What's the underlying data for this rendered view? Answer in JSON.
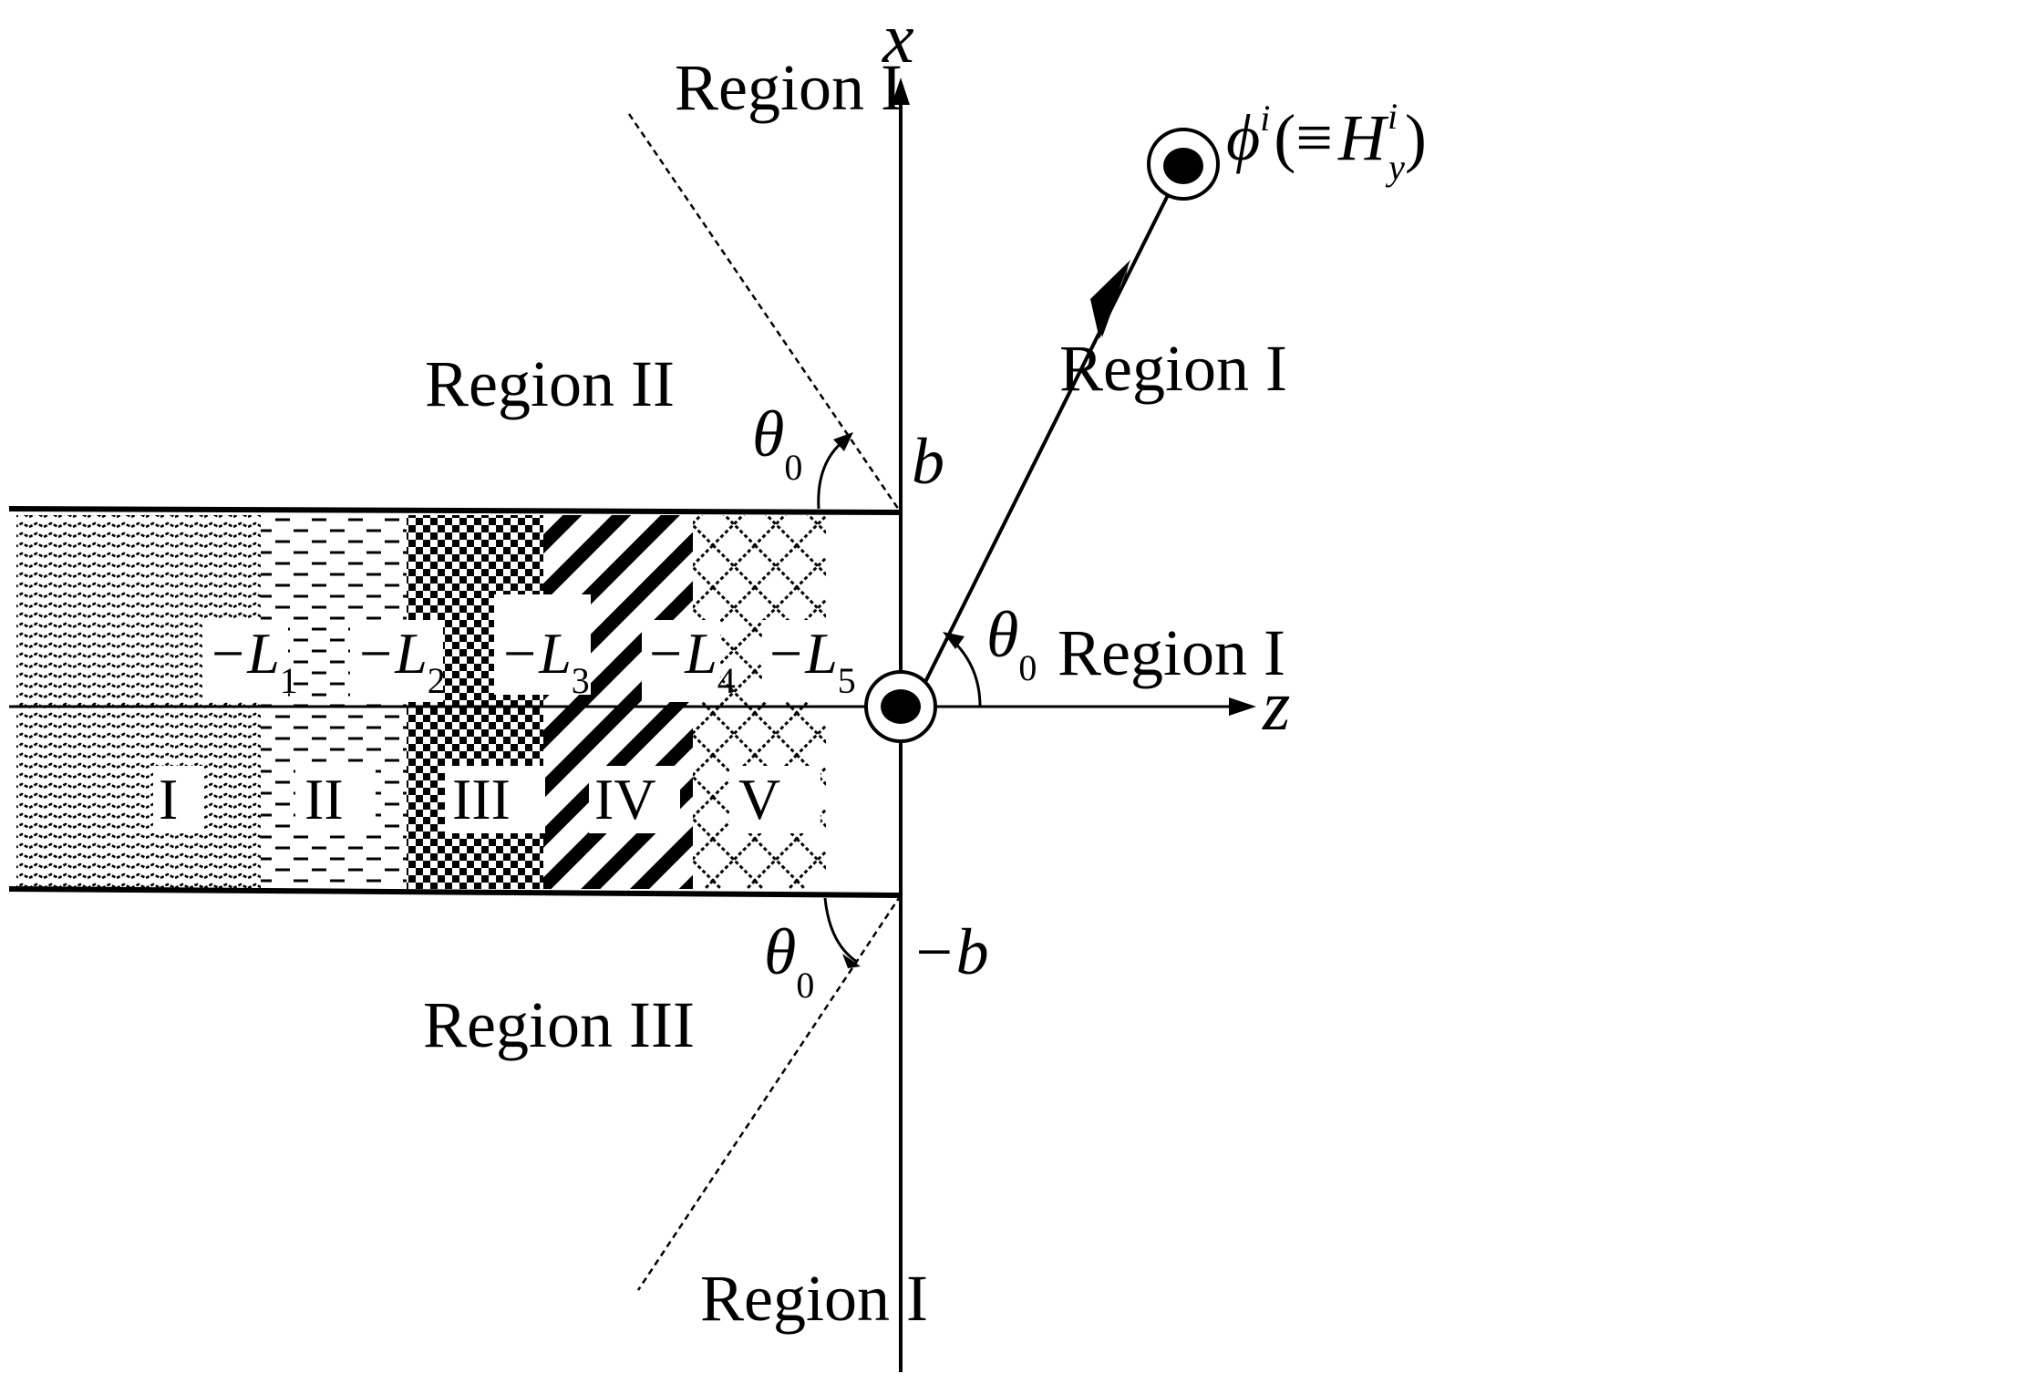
{
  "axes": {
    "x_label": "x",
    "z_label": "z"
  },
  "regions": {
    "top_right": "Region I",
    "middle_right": "Region I",
    "lower_right": "Region I",
    "bottom": "Region I",
    "upper_left": "Region II",
    "lower_left": "Region III"
  },
  "boundary_labels": {
    "b": "b",
    "minus_b": "−b"
  },
  "angles": {
    "theta": "θ",
    "sub": "0"
  },
  "source": {
    "phi": "ϕ",
    "sup_i": "i",
    "open": "(≡",
    "H": "H",
    "sup_i2": "i",
    "sub_y": "y",
    "close": ")"
  },
  "lengths": [
    {
      "prefix": "−L",
      "sub": "1"
    },
    {
      "prefix": "−L",
      "sub": "2"
    },
    {
      "prefix": "−L",
      "sub": "3"
    },
    {
      "prefix": "−L",
      "sub": "4"
    },
    {
      "prefix": "−L",
      "sub": "5"
    }
  ],
  "sections": [
    "I",
    "II",
    "III",
    "IV",
    "V"
  ]
}
